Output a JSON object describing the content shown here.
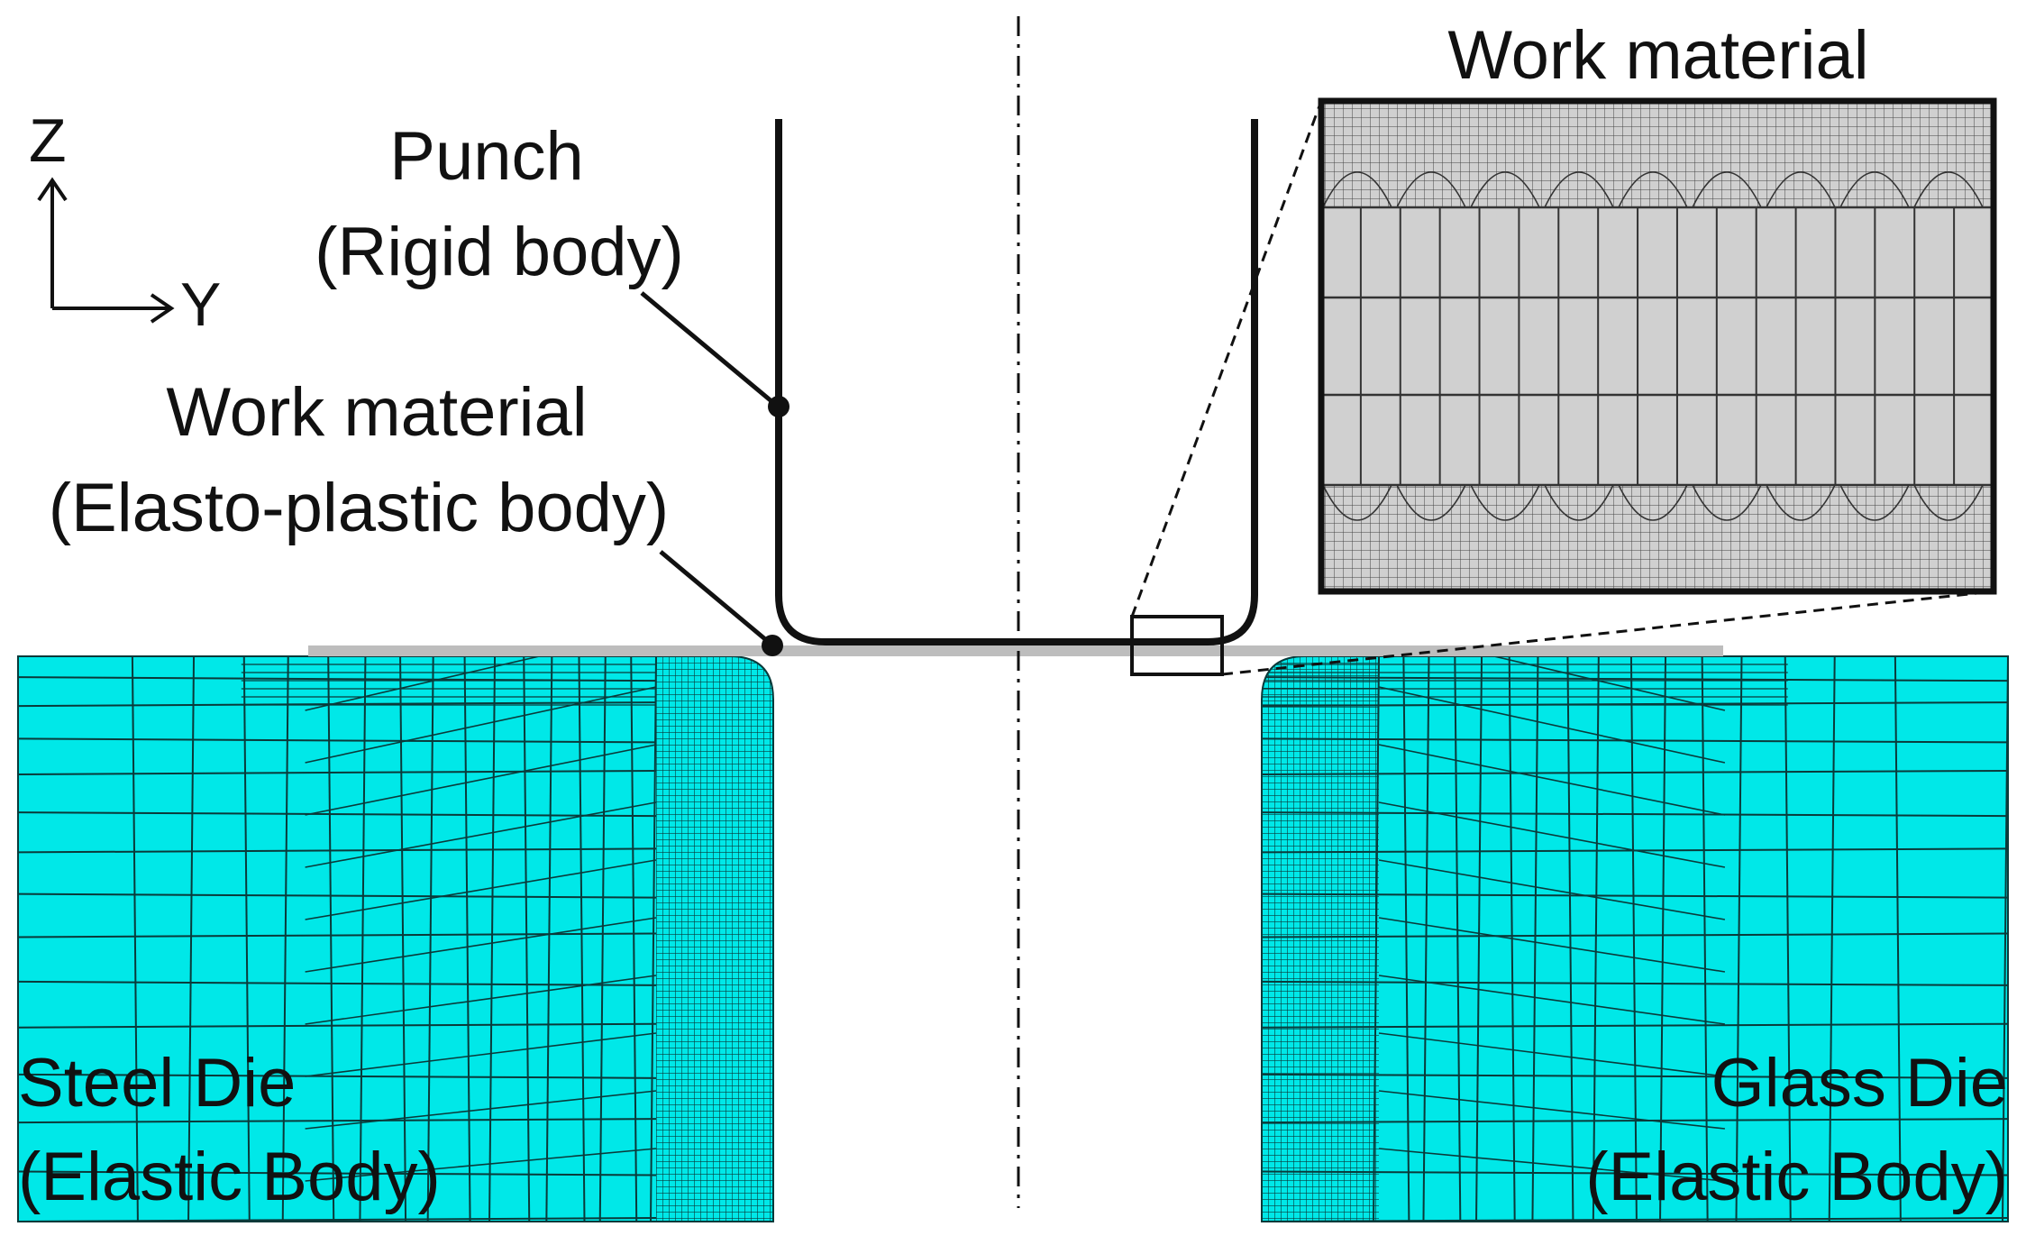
{
  "labels": {
    "axis_z": "Z",
    "axis_y": "Y",
    "punch_title": "Punch",
    "punch_sub": "(Rigid body)",
    "work_title": "Work material",
    "work_sub": "(Elasto-plastic body)",
    "inset_title": "Work material",
    "steel_title": "Steel Die",
    "steel_sub": "(Elastic Body)",
    "glass_title": "Glass Die",
    "glass_sub": "(Elastic Body)"
  },
  "colors": {
    "die_fill": "#00E8E8",
    "mesh_line": "#0a3a3a",
    "outline": "#111111",
    "sheet_fill": "#BDBDBD",
    "inset_fill": "#D0D0D0",
    "inset_mesh": "#333333"
  }
}
